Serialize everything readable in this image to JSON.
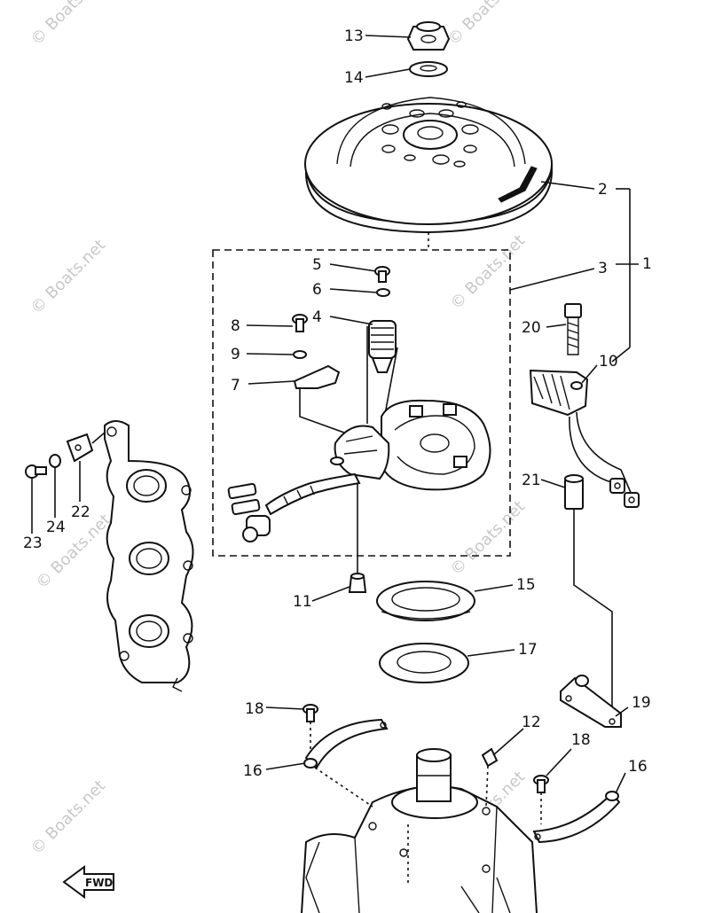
{
  "watermark": "© Boats.net",
  "fwd_marker": "FWD",
  "callouts": {
    "c1": "1",
    "c2": "2",
    "c3": "3",
    "c4": "4",
    "c5": "5",
    "c6": "6",
    "c7": "7",
    "c8": "8",
    "c9": "9",
    "c10": "10",
    "c11": "11",
    "c12": "12",
    "c13": "13",
    "c14": "14",
    "c15": "15",
    "c16a": "16",
    "c16b": "16",
    "c17": "17",
    "c18a": "18",
    "c18b": "18",
    "c19": "19",
    "c20": "20",
    "c21": "21",
    "c22": "22",
    "c23": "23",
    "c24": "24"
  }
}
